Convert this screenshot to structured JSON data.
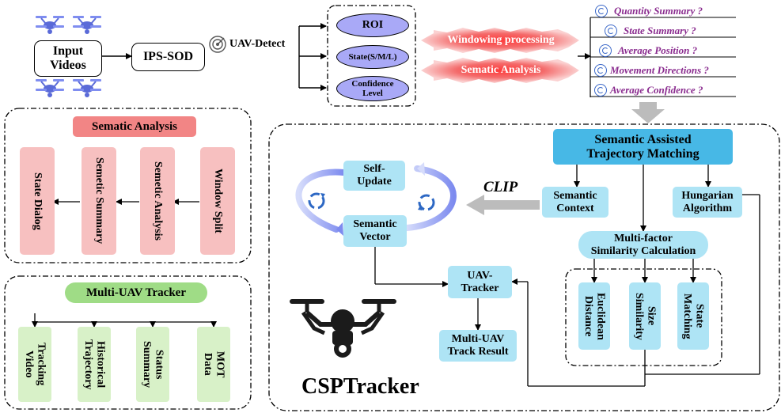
{
  "input": {
    "label_line1": "Input",
    "label_line2": "Videos"
  },
  "detector": {
    "label": "IPS-SOD",
    "detect_label": "UAV-Detect"
  },
  "roi_outputs": {
    "roi": "ROI",
    "state": "State(S/M/L)",
    "confidence_line1": "Confidence",
    "confidence_line2": "Level"
  },
  "processing": {
    "windowing": "Windowing processing",
    "semantic": "Sematic Analysis"
  },
  "questions": [
    "Quantity Summary ?",
    "State Summary ?",
    "Average Position ?",
    "Movement Directions ?",
    "Average Confidence ?"
  ],
  "semantic_panel": {
    "title": "Sematic Analysis",
    "items": [
      "State Dialog",
      "Semetic Summary",
      "Semetic Analysis",
      "Window Split"
    ]
  },
  "tracker_panel": {
    "title": "Multi-UAV Tracker",
    "items": [
      {
        "line1": "Tracking",
        "line2": "Video"
      },
      {
        "line1": "Historical",
        "line2": "Trajectory"
      },
      {
        "line1": "Status",
        "line2": "Summary"
      },
      {
        "line1": "MOT",
        "line2": "Data"
      }
    ]
  },
  "csp": {
    "matching_line1": "Semantic Assisted",
    "matching_line2": "Trajectory Matching",
    "semantic_context_line1": "Semantic",
    "semantic_context_line2": "Context",
    "hungarian_line1": "Hungarian",
    "hungarian_line2": "Algorithm",
    "self_update_line1": "Self-",
    "self_update_line2": "Update",
    "semantic_vector_line1": "Semantic",
    "semantic_vector_line2": "Vector",
    "clip": "CLIP",
    "multifactor_line1": "Multi-factor",
    "multifactor_line2": "Similarity Calculation",
    "factors": [
      {
        "line1": "Euclidean",
        "line2": "Distance"
      },
      {
        "line1": "Size",
        "line2": "Similarity"
      },
      {
        "line1": "State",
        "line2": "Matching"
      }
    ],
    "uav_tracker_line1": "UAV-",
    "uav_tracker_line2": "Tracker",
    "result_line1": "Multi-UAV",
    "result_line2": "Track Result",
    "brand": "CSPTracker"
  },
  "colors": {
    "cyan": "#aee4f5",
    "cyan_header": "#47b8e6",
    "pink": "#f7c0c0",
    "pink_header": "#f28585",
    "green": "#d8f1c8",
    "green_header": "#9fdc86",
    "oval": "#a9a9f7",
    "question_text": "#8a2c8f",
    "banner_red": "#f25a5a"
  }
}
